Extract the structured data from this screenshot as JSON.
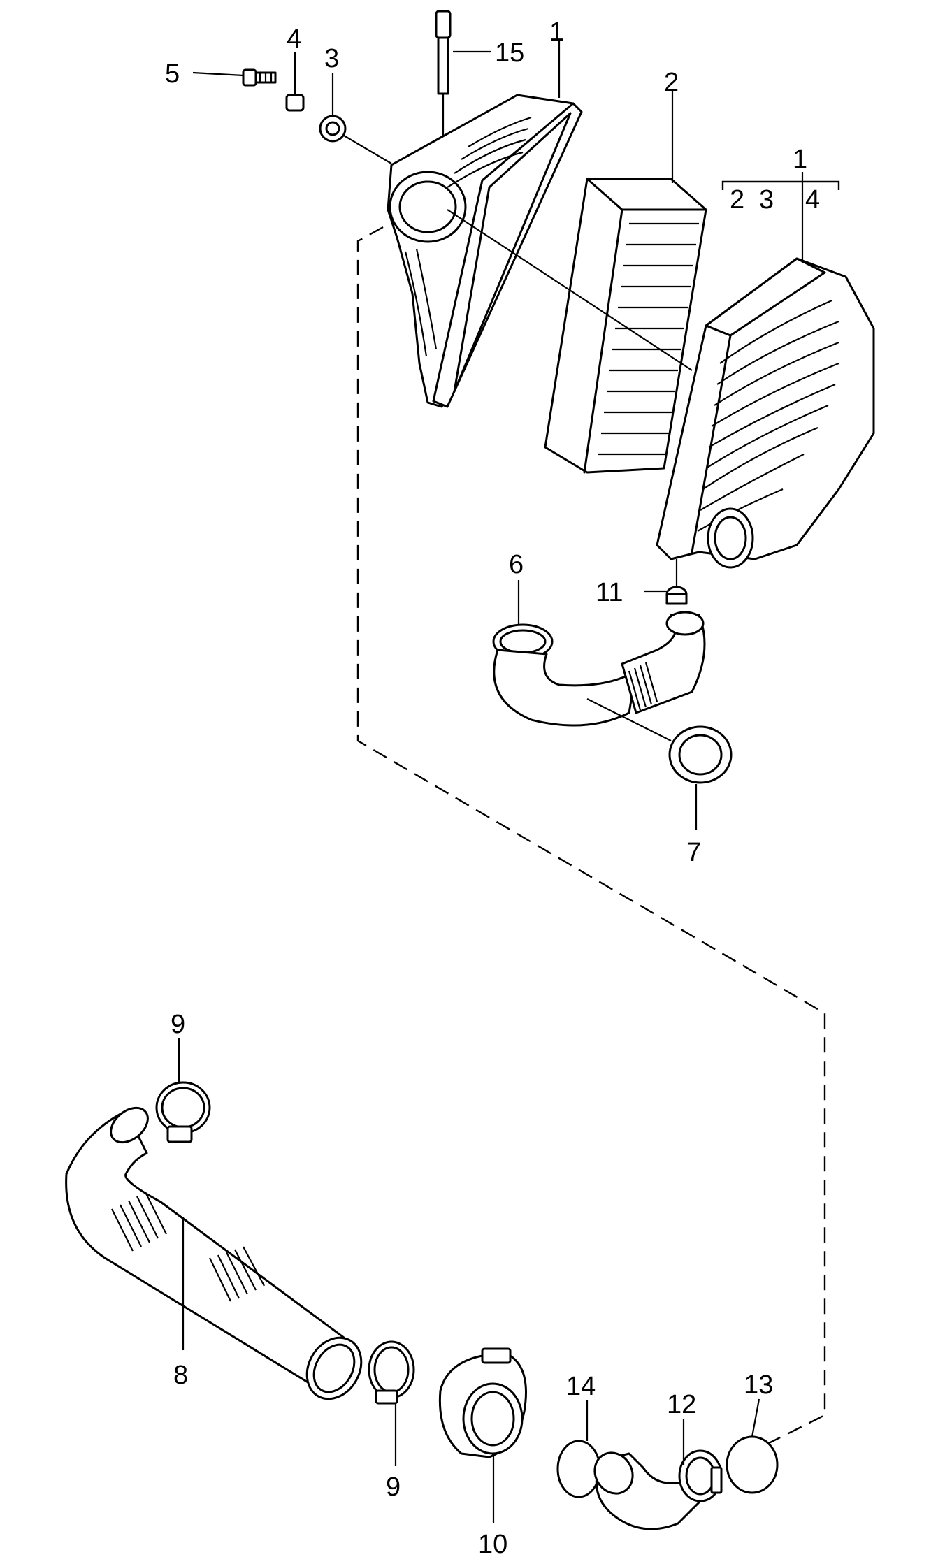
{
  "callouts": {
    "c1_top": "1",
    "c2": "2",
    "c3": "3",
    "c4": "4",
    "c5": "5",
    "c15": "15",
    "c1_group": "1",
    "c1_group_sub_a": "2",
    "c1_group_sub_b": "3",
    "c1_group_sub_c": "4",
    "c6": "6",
    "c11": "11",
    "c7": "7",
    "c9_top": "9",
    "c8": "8",
    "c9_bottom": "9",
    "c10": "10",
    "c14": "14",
    "c12": "12",
    "c13": "13"
  }
}
